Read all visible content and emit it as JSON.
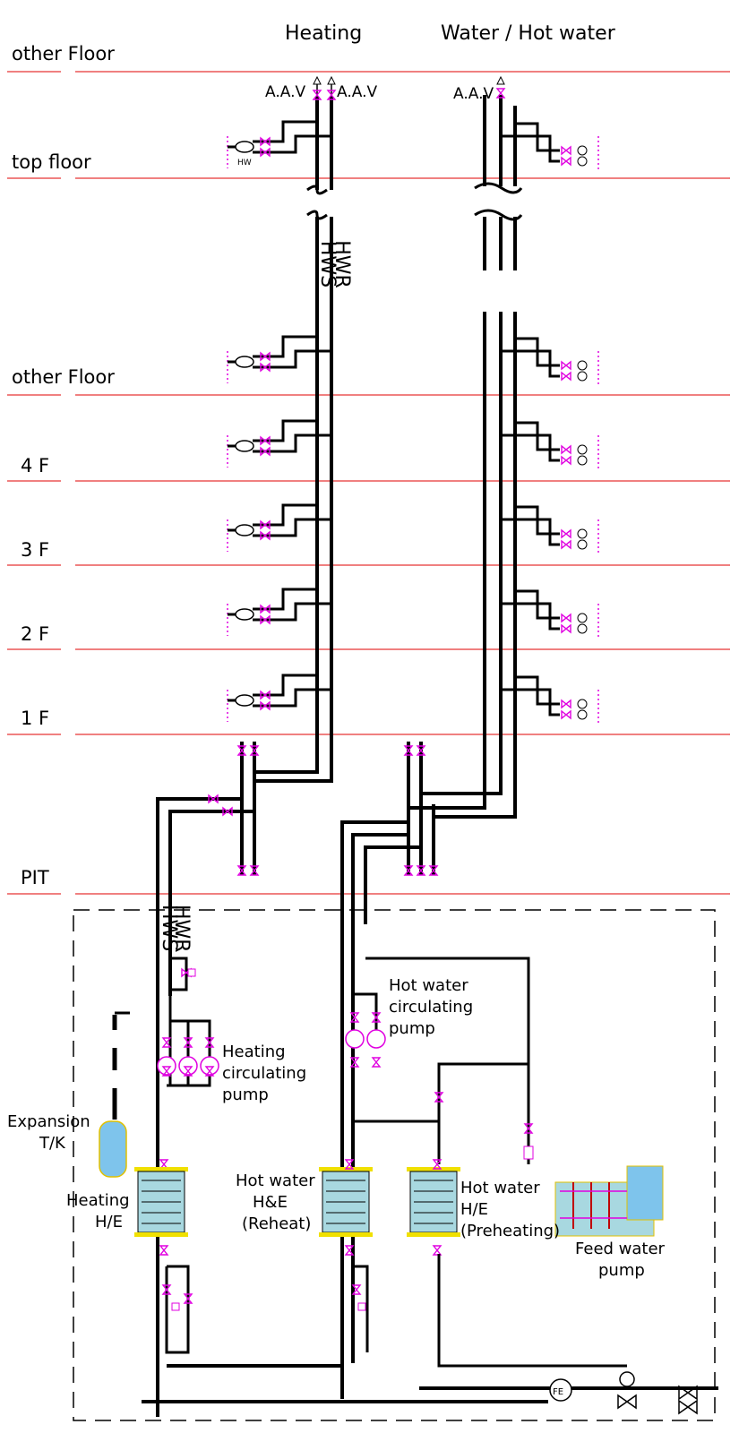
{
  "header": {
    "heating": "Heating",
    "water": "Water / Hot water"
  },
  "floors": {
    "other_top": "other Floor",
    "top": "top floor",
    "other_mid": "other Floor",
    "f4": "4 F",
    "f3": "3 F",
    "f2": "2 F",
    "f1": "1 F",
    "pit": "PIT"
  },
  "riser": {
    "aav_left": "A.A.V",
    "aav_mid": "A.A.V",
    "aav_water": "A.A.V",
    "hws": "HWS",
    "hwr": "HWR",
    "unit_label": "HW"
  },
  "equipment": {
    "expansion_1": "Expansion",
    "expansion_2": "T/K",
    "heating_pump_1": "Heating",
    "heating_pump_2": "circulating",
    "heating_pump_3": "pump",
    "hot_pump_1": "Hot water",
    "hot_pump_2": "circulating",
    "hot_pump_3": "pump",
    "heating_he_1": "Heating",
    "heating_he_2": "H/E",
    "reheat_1": "Hot water",
    "reheat_2": "H&E",
    "reheat_3": "(Reheat)",
    "preheat_1": "Hot water",
    "preheat_2": "H/E",
    "preheat_3": "(Preheating)",
    "feed_1": "Feed water",
    "feed_2": "pump",
    "flow_element": "FE"
  },
  "colors": {
    "floor_line": "#e00000",
    "valve": "#e000e0",
    "hx_body": "#a8d8e0",
    "hx_flange": "#f0e000",
    "tank": "#7ec4ec"
  }
}
